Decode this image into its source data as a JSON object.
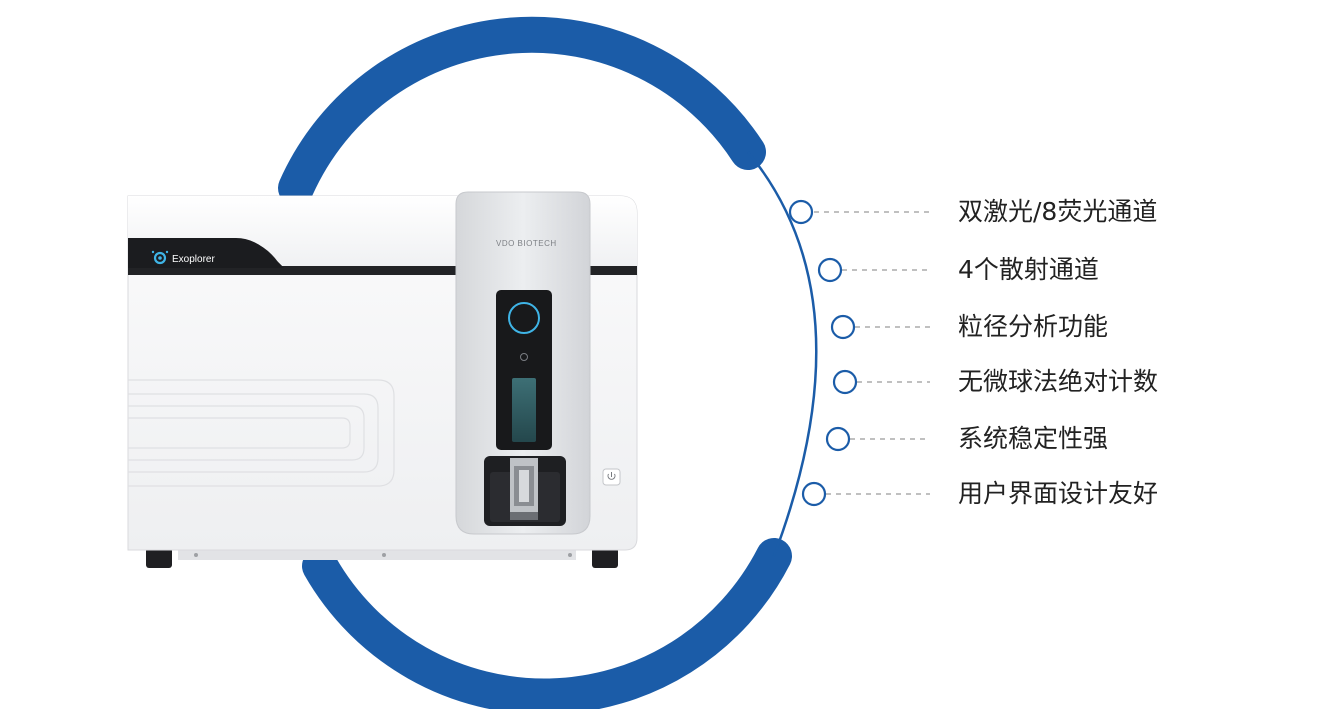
{
  "device": {
    "brand_label": "Exoplorer",
    "maker_label": "VDO BIOTECH"
  },
  "features": [
    {
      "label": "双激光/8荧光通道"
    },
    {
      "label": "4个散射通道"
    },
    {
      "label": "粒径分析功能"
    },
    {
      "label": "无微球法绝对计数"
    },
    {
      "label": "系统稳定性强"
    },
    {
      "label": "用户界面设计友好"
    }
  ],
  "colors": {
    "accent": "#1B5CA8",
    "dash": "#9a9a9a",
    "text": "#222222"
  }
}
